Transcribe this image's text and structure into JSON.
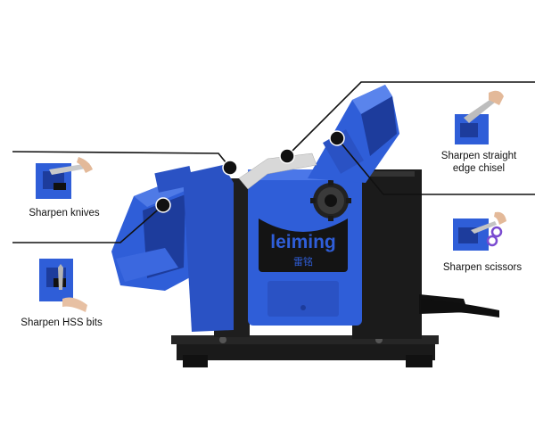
{
  "brand": {
    "name": "leiming",
    "name_cn": "雷铭"
  },
  "colors": {
    "body_blue": "#2f5ed8",
    "dark_blue": "#1d3c9c",
    "black": "#141414",
    "guide_steel": "#d8d8d8"
  },
  "callouts": [
    {
      "id": "knives",
      "text": "Sharpen knives",
      "icon": "knife-sharpening-thumbnail"
    },
    {
      "id": "hss",
      "text": "Sharpen HSS bits",
      "icon": "drill-bit-sharpening-thumbnail"
    },
    {
      "id": "chisel",
      "text_lines": [
        "Sharpen straight",
        "edge chisel"
      ],
      "icon": "chisel-sharpening-thumbnail"
    },
    {
      "id": "scissors",
      "text": "Sharpen scissors",
      "icon": "scissors-sharpening-thumbnail"
    }
  ]
}
